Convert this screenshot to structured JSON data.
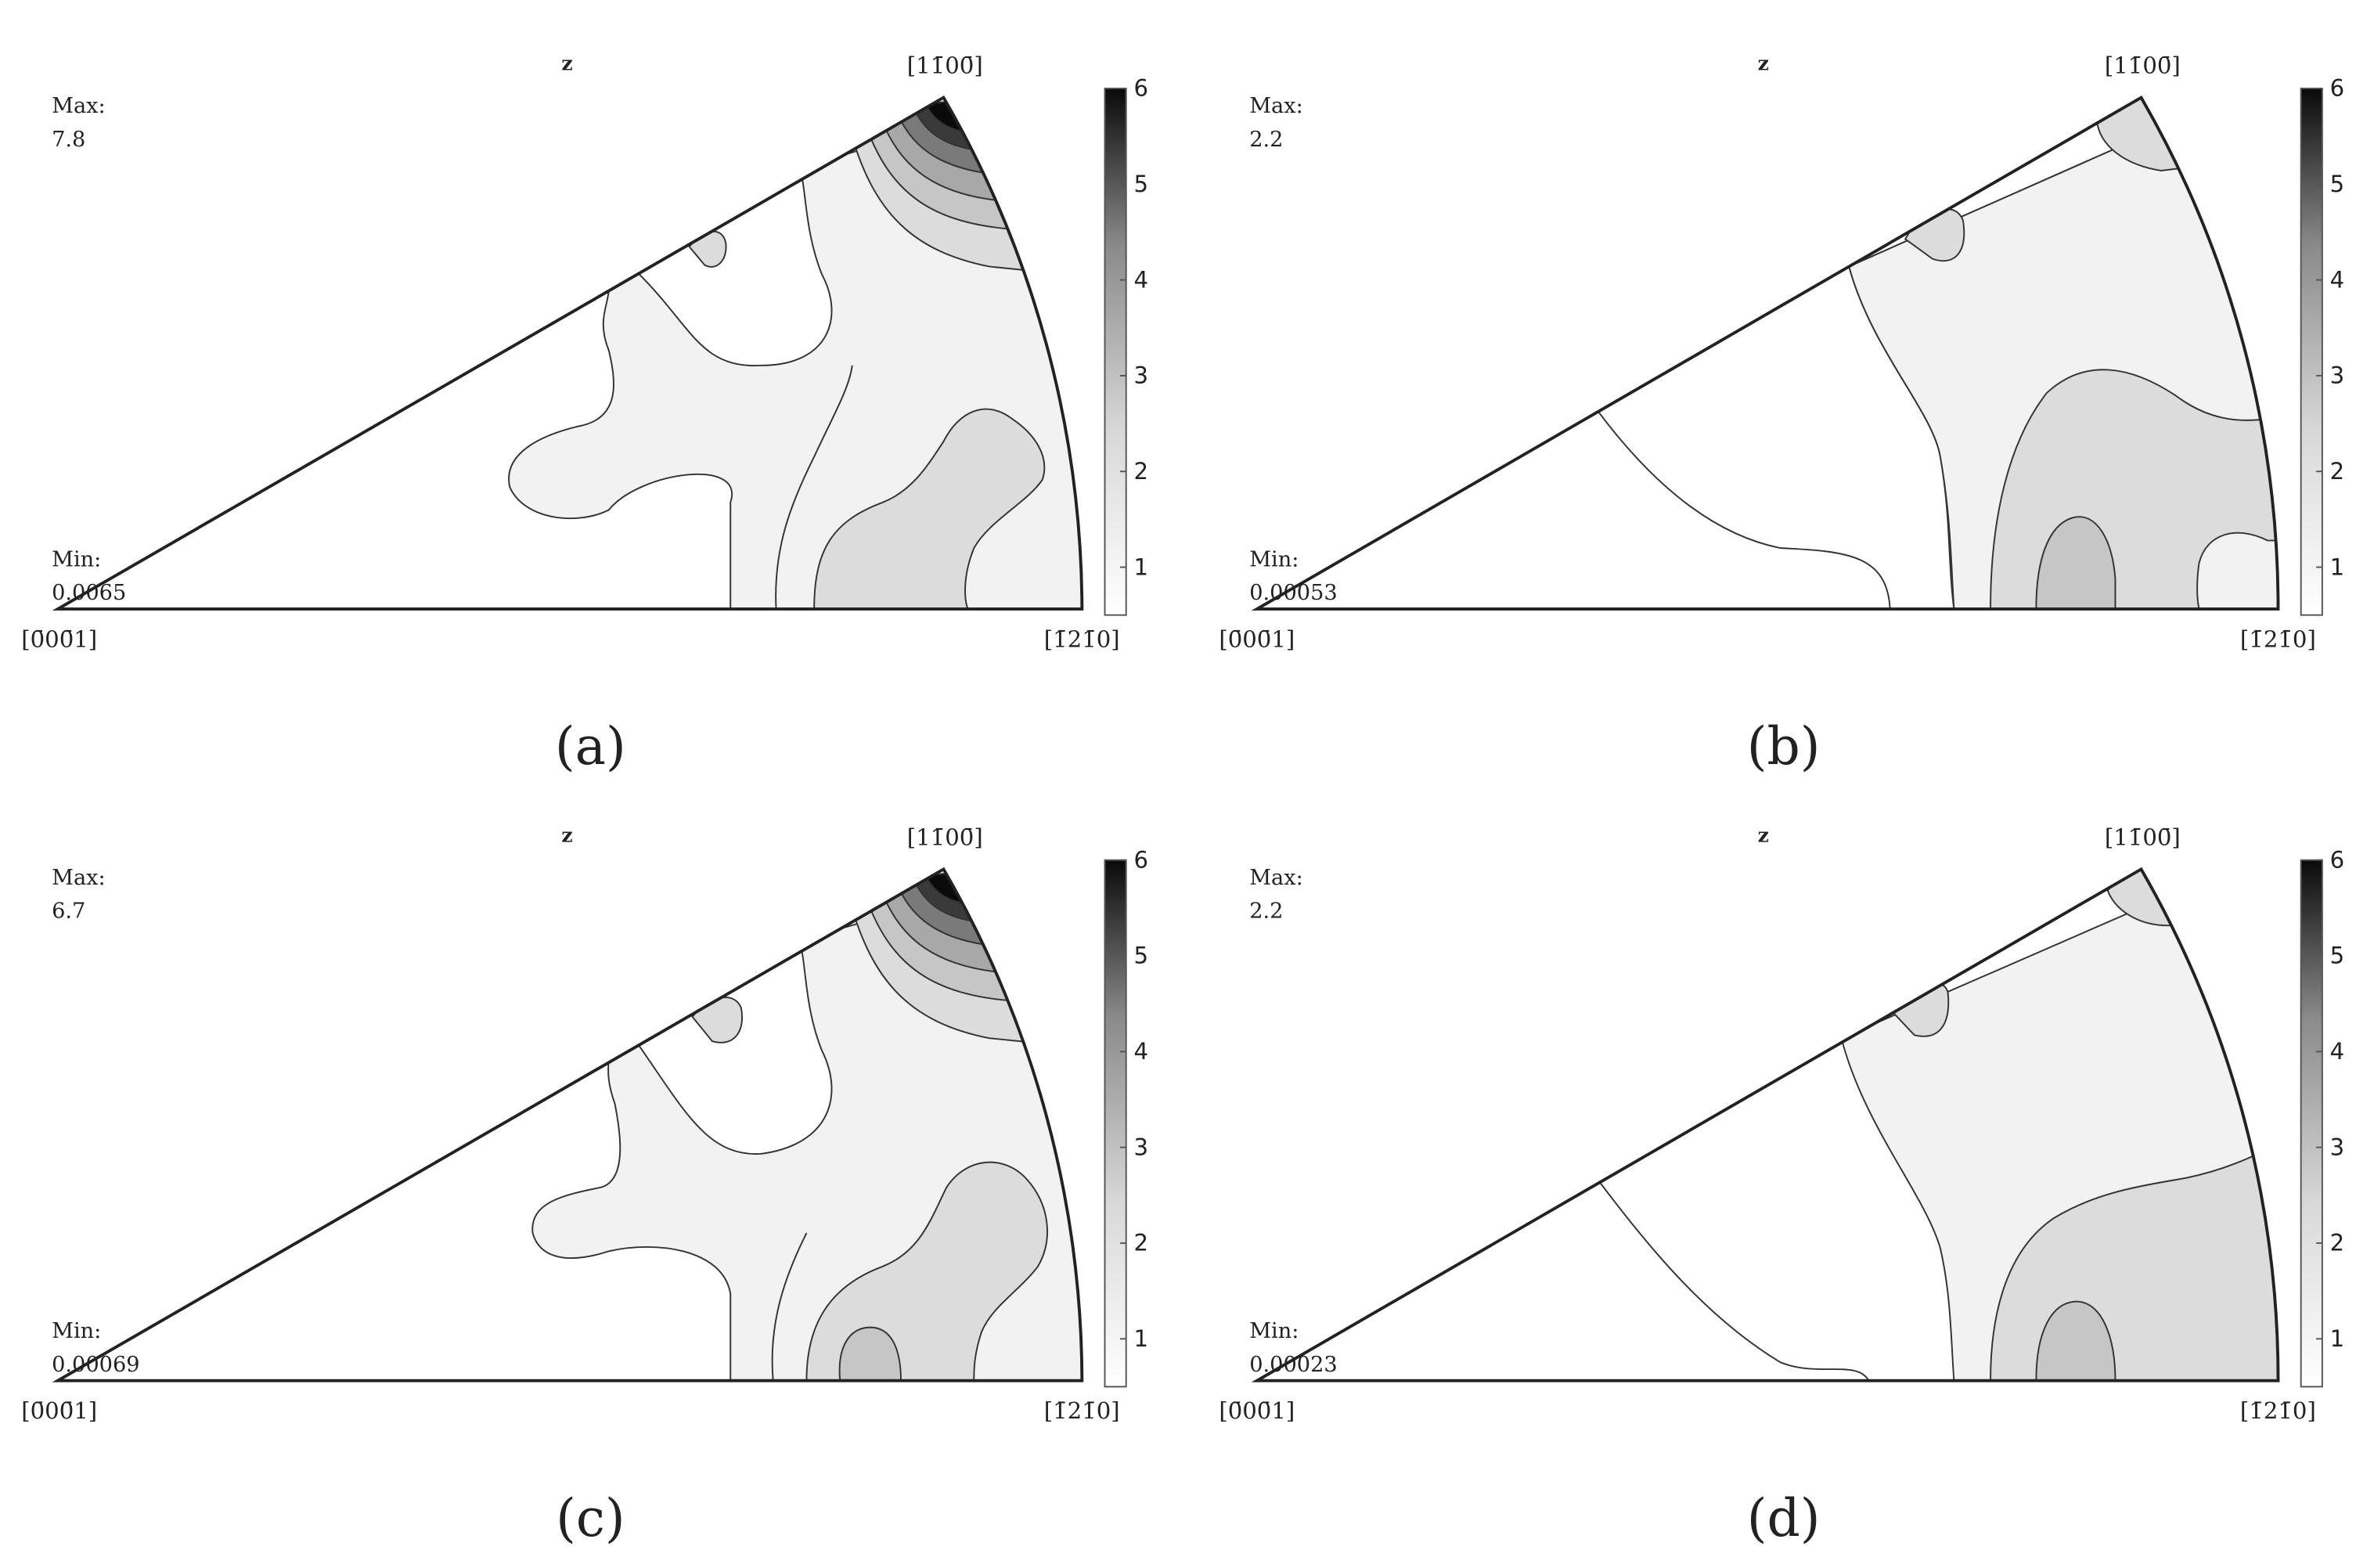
{
  "chart_data": [
    {
      "type": "contour",
      "panel_label": "(a)",
      "axis_label": "z",
      "corner_labels": {
        "origin": "[0̄00̄1]",
        "right": "[1̄21̄0]",
        "top": "[11̄00̄]"
      },
      "max_label": "Max:",
      "max_value": "7.8",
      "min_label": "Min:",
      "min_value": "0.0065",
      "colorbar": {
        "ticks": [
          "1",
          "2",
          "3",
          "4",
          "5",
          "6"
        ],
        "range": [
          0.5,
          6
        ]
      }
    },
    {
      "type": "contour",
      "panel_label": "(b)",
      "axis_label": "z",
      "corner_labels": {
        "origin": "[0̄00̄1]",
        "right": "[1̄21̄0]",
        "top": "[11̄00̄]"
      },
      "max_label": "Max:",
      "max_value": "2.2",
      "min_label": "Min:",
      "min_value": "0.00053",
      "colorbar": {
        "ticks": [
          "1",
          "2",
          "3",
          "4",
          "5",
          "6"
        ],
        "range": [
          0.5,
          6
        ]
      }
    },
    {
      "type": "contour",
      "panel_label": "(c)",
      "axis_label": "z",
      "corner_labels": {
        "origin": "[0̄00̄1]",
        "right": "[1̄21̄0]",
        "top": "[11̄00̄]"
      },
      "max_label": "Max:",
      "max_value": "6.7",
      "min_label": "Min:",
      "min_value": "0.00069",
      "colorbar": {
        "ticks": [
          "1",
          "2",
          "3",
          "4",
          "5",
          "6"
        ],
        "range": [
          0.5,
          6
        ]
      }
    },
    {
      "type": "contour",
      "panel_label": "(d)",
      "axis_label": "z",
      "corner_labels": {
        "origin": "[0̄00̄1]",
        "right": "[1̄21̄0]",
        "top": "[11̄00̄]"
      },
      "max_label": "Max:",
      "max_value": "2.2",
      "min_label": "Min:",
      "min_value": "0.00023",
      "colorbar": {
        "ticks": [
          "1",
          "2",
          "3",
          "4",
          "5",
          "6"
        ],
        "range": [
          0.5,
          6
        ]
      }
    }
  ],
  "colors": {
    "level_1": "#f2f2f2",
    "level_2": "#dcdcdc",
    "level_3": "#c6c6c6",
    "outline": "#222222"
  }
}
